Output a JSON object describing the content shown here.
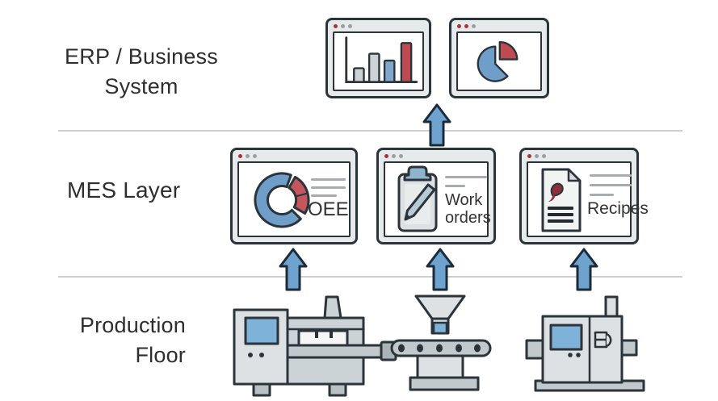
{
  "labels": {
    "erp": "ERP / Business\nSystem",
    "mes": "MES Layer",
    "production": "Production\nFloor"
  },
  "windows": {
    "oee": "OEE",
    "work_orders": "Work orders",
    "recipes": "Recipes"
  },
  "icons": {
    "erp_row": [
      "bar-chart-icon",
      "pie-chart-icon"
    ],
    "mes_row": [
      "donut-chart-icon",
      "clipboard-pencil-icon",
      "document-icon"
    ],
    "production_row": [
      "packaging-machine-icon",
      "hopper-conveyor-icon",
      "industrial-machine-icon"
    ]
  },
  "arrows": {
    "direction": "up",
    "count": 4
  },
  "colors": {
    "arrow_blue": "#6FA3CF",
    "chart_blue": "#6F9EC9",
    "chart_red": "#C04A52",
    "screen_blue": "#7FB2D9",
    "outline_dark": "#2B333B",
    "window_frame": "#E7EAEB",
    "titlebar_dot_red": "#A63538",
    "divider_gray": "#CBCDCE",
    "machine_light": "#DDE1E3",
    "machine_mid": "#C2C9CD",
    "text": "#2E2E2E"
  }
}
